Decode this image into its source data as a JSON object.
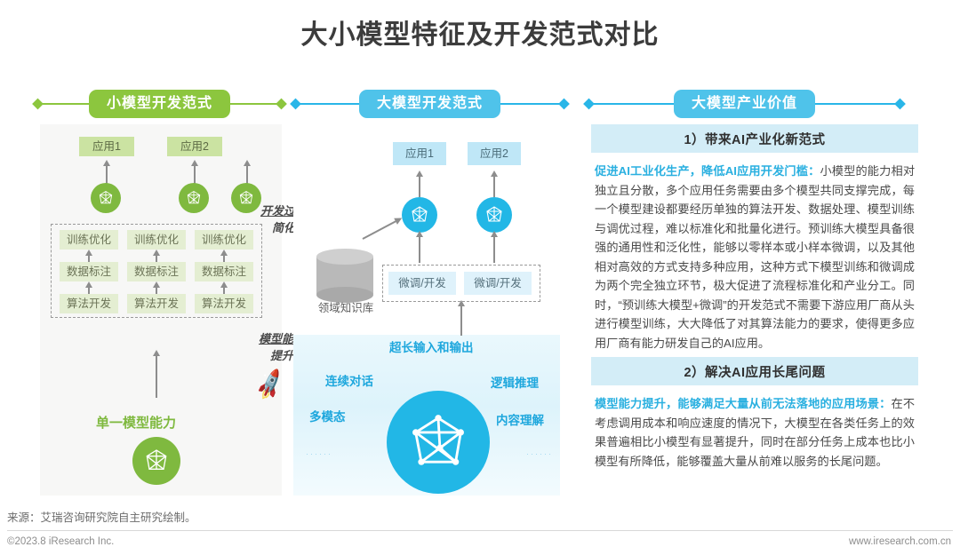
{
  "title": "大小模型特征及开发范式对比",
  "headers": {
    "left": "小模型开发范式",
    "middle": "大模型开发范式",
    "right": "大模型产业价值"
  },
  "left_panel": {
    "apps": [
      "应用1",
      "应用2"
    ],
    "model_icon_name": "network-model-icon",
    "pipeline_rows": [
      [
        "训练优化",
        "训练优化",
        "训练优化"
      ],
      [
        "数据标注",
        "数据标注",
        "数据标注"
      ],
      [
        "算法开发",
        "算法开发",
        "算法开发"
      ]
    ],
    "callout": {
      "line1": "开发过程",
      "line2": "简化"
    },
    "bottom_label": "单一模型能力"
  },
  "middle_panel": {
    "apps": [
      "应用1",
      "应用2"
    ],
    "knowledge_base": "领域知识库",
    "tuning_boxes": [
      "微调/开发",
      "微调/开发"
    ],
    "callout": {
      "line1": "模型能力",
      "line2": "提升"
    },
    "capabilities": {
      "top": "超长输入和输出",
      "upper_left": "连续对话",
      "lower_left": "多模态",
      "upper_right": "逻辑推理",
      "lower_right": "内容理解"
    },
    "dots": "······"
  },
  "right_panel": {
    "sections": [
      {
        "heading": "1）带来AI产业化新范式",
        "lead": "促进AI工业化生产，降低AI应用开发门槛：",
        "body": "小模型的能力相对独立且分散，多个应用任务需要由多个模型共同支撑完成，每一个模型建设都要经历单独的算法开发、数据处理、模型训练与调优过程，难以标准化和批量化进行。预训练大模型具备很强的通用性和泛化性，能够以零样本或小样本微调，以及其他相对高效的方式支持多种应用，这种方式下模型训练和微调成为两个完全独立环节，极大促进了流程标准化和产业分工。同时，“预训练大模型+微调”的开发范式不需要下游应用厂商从头进行模型训练，大大降低了对其算法能力的要求，使得更多应用厂商有能力研发自己的AI应用。"
      },
      {
        "heading": "2）解决AI应用长尾问题",
        "lead": "模型能力提升，能够满足大量从前无法落地的应用场景：",
        "body": "在不考虑调用成本和响应速度的情况下，大模型在各类任务上的效果普遍相比小模型有显著提升，同时在部分任务上成本也比小模型有所降低，能够覆盖大量从前难以服务的长尾问题。"
      }
    ]
  },
  "footer": {
    "source": "来源：艾瑞咨询研究院自主研究绘制。",
    "copyright": "©2023.8 iResearch Inc.",
    "website": "www.iresearch.com.cn"
  },
  "colors": {
    "green": "#8cc63e",
    "blue": "#29b6e8",
    "pill_blue": "#4fc3ea",
    "circle_green": "#7fb93f",
    "circle_blue": "#22b7e6",
    "section_head_bg": "#d3edf7",
    "lead_text": "#2ab0e0"
  }
}
